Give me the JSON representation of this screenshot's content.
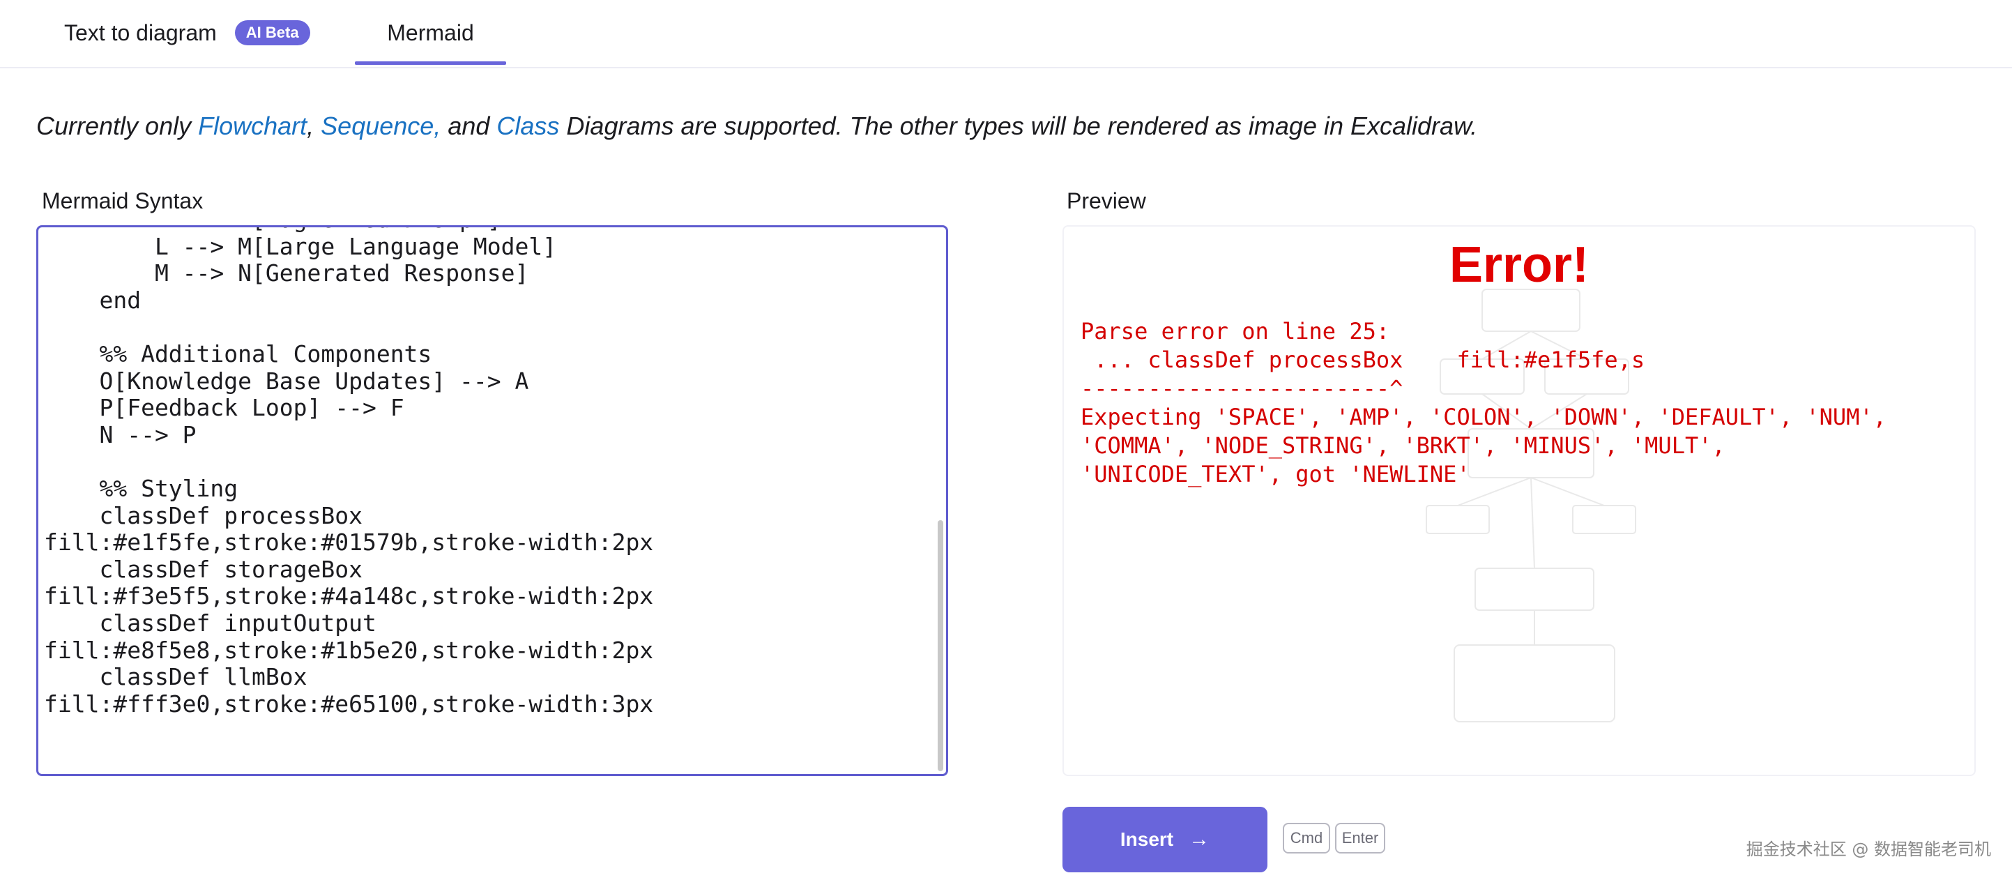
{
  "tabs": {
    "text_to_diagram": "Text to diagram",
    "ai_badge": "AI Beta",
    "mermaid": "Mermaid"
  },
  "notice": {
    "prefix": "Currently only ",
    "flowchart": "Flowchart",
    "comma": ", ",
    "sequence": "Sequence,",
    "and": " and ",
    "class": "Class",
    "suffix": " Diagrams are supported. The other types will be rendered as image in Excalidraw."
  },
  "editor": {
    "label": "Mermaid Syntax",
    "lines": [
      "        K --> L[Augmented Prompt]",
      "        L --> M[Large Language Model]",
      "        M --> N[Generated Response]",
      "    end",
      "",
      "    %% Additional Components",
      "    O[Knowledge Base Updates] --> A",
      "    P[Feedback Loop] --> F",
      "    N --> P",
      "",
      "    %% Styling",
      "    classDef processBox",
      "fill:#e1f5fe,stroke:#01579b,stroke-width:2px",
      "    classDef storageBox",
      "fill:#f3e5f5,stroke:#4a148c,stroke-width:2px",
      "    classDef inputOutput",
      "fill:#e8f5e8,stroke:#1b5e20,stroke-width:2px",
      "    classDef llmBox",
      "fill:#fff3e0,stroke:#e65100,stroke-width:3px"
    ]
  },
  "preview": {
    "label": "Preview",
    "error_title": "Error!",
    "error_lines": [
      "Parse error on line 25:",
      " ... classDef processBox    fill:#e1f5fe,s",
      "-----------------------^",
      "Expecting 'SPACE', 'AMP', 'COLON', 'DOWN', 'DEFAULT', 'NUM',",
      "'COMMA', 'NODE_STRING', 'BRKT', 'MINUS', 'MULT',",
      "'UNICODE_TEXT', got 'NEWLINE'"
    ]
  },
  "actions": {
    "insert_label": "Insert",
    "arrow": "→",
    "kbd_cmd": "Cmd",
    "kbd_enter": "Enter"
  },
  "watermark": "掘金技术社区 @ 数据智能老司机",
  "colors": {
    "accent": "#6965db",
    "link": "#1971c2",
    "error": "#e10000"
  }
}
